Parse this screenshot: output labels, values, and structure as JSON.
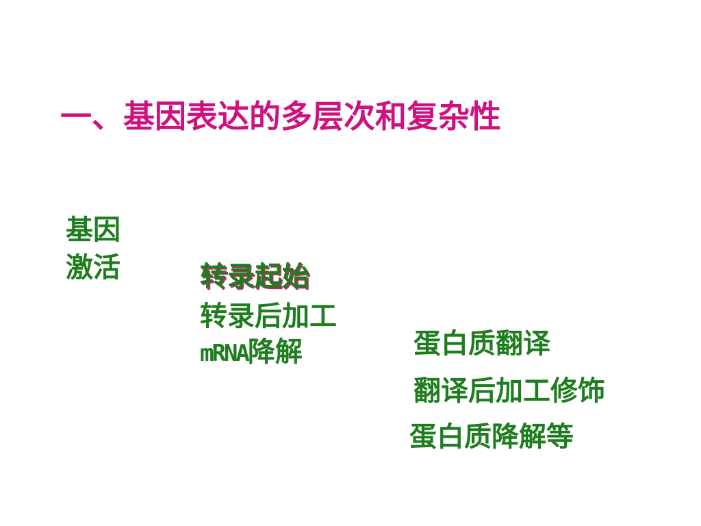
{
  "slide": {
    "title": "一、基因表达的多层次和复杂性",
    "title_color": "#d1107f",
    "text_color": "#1e7d1e",
    "gene_activation": {
      "line1": "基因",
      "line2": "激活"
    },
    "transcription": {
      "initiation": "转录起始",
      "post_processing": "转录后加工",
      "mrna_prefix": "mRNA",
      "mrna_suffix": "降解"
    },
    "protein": {
      "translation": "蛋白质翻译",
      "post_translation": "翻译后加工修饰",
      "degradation": "蛋白质降解等"
    }
  }
}
